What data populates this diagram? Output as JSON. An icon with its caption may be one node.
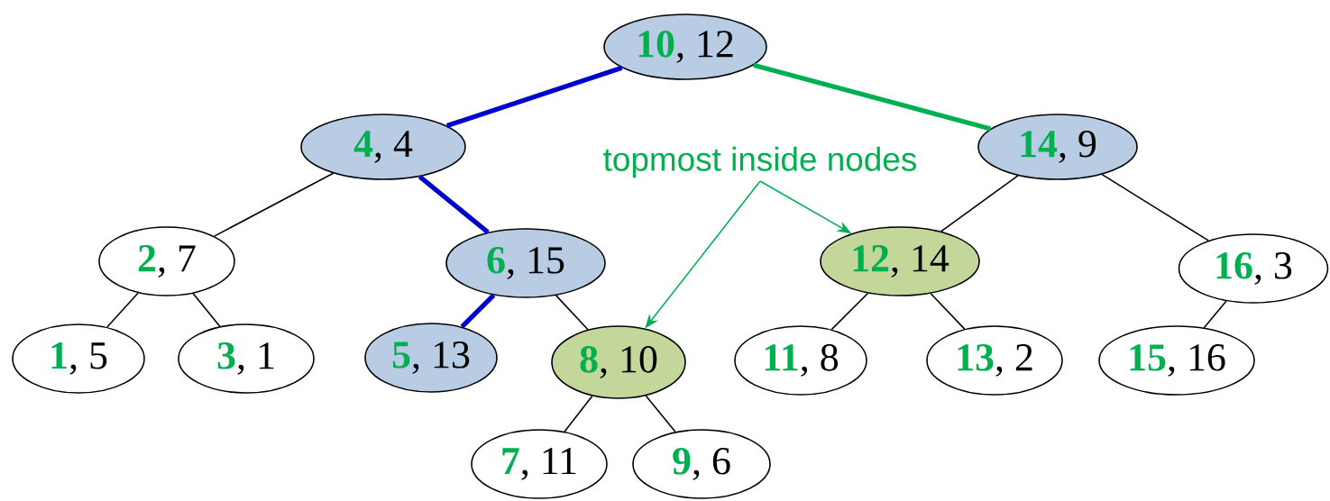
{
  "diagram": {
    "nodes": [
      {
        "text": [
          "**10**, 12"
        ]
      },
      {
        "text": [
          "**4**, 4"
        ]
      },
      {
        "text": [
          "**14**, 9"
        ]
      },
      {
        "text": [
          "**2**, 7"
        ]
      },
      {
        "text": [
          "**6**, 15"
        ]
      },
      {
        "text": [
          "**12**, 14"
        ]
      },
      {
        "text": [
          "**16**, 3"
        ]
      },
      {
        "text": [
          "**1**, 5"
        ]
      },
      {
        "text": [
          "**3**, 1"
        ]
      },
      {
        "text": [
          "**5**, 13"
        ]
      },
      {
        "text": [
          "**8**, 10"
        ]
      },
      {
        "text": [
          "**11**, 8"
        ]
      },
      {
        "text": [
          "**13**, 2"
        ]
      },
      {
        "text": [
          "**15**, 16"
        ]
      },
      {
        "text": [
          "**7**, 11"
        ]
      },
      {
        "text": [
          "**9**, 6"
        ]
      },
      {
        "text": [
          "topmost inside nodes"
        ]
      }
    ],
    "edges": [
      {
        "from": 0,
        "to": 1,
        "arrow": "none",
        "style": "thick",
        "color": "#0000cc"
      },
      {
        "from": 0,
        "to": 2,
        "arrow": "none",
        "style": "thick",
        "color": "#00b050"
      },
      {
        "from": 1,
        "to": 3,
        "arrow": "none"
      },
      {
        "from": 1,
        "to": 4,
        "arrow": "none",
        "style": "thick",
        "color": "#0000cc"
      },
      {
        "from": 2,
        "to": 5,
        "arrow": "none"
      },
      {
        "from": 2,
        "to": 6,
        "arrow": "none"
      },
      {
        "from": 3,
        "to": 7,
        "arrow": "none"
      },
      {
        "from": 3,
        "to": 8,
        "arrow": "none"
      },
      {
        "from": 4,
        "to": 9,
        "arrow": "none",
        "style": "thick",
        "color": "#0000cc"
      },
      {
        "from": 4,
        "to": 10,
        "arrow": "none"
      },
      {
        "from": 5,
        "to": 11,
        "arrow": "none"
      },
      {
        "from": 5,
        "to": 12,
        "arrow": "none"
      },
      {
        "from": 6,
        "to": 13,
        "arrow": "none"
      },
      {
        "from": 10,
        "to": 14,
        "arrow": "none"
      },
      {
        "from": 10,
        "to": 15,
        "arrow": "none"
      },
      {
        "from": 16,
        "to": 5,
        "arrow": "to",
        "color": "#00b050"
      },
      {
        "from": 16,
        "to": 10,
        "arrow": "to",
        "color": "#00b050"
      }
    ]
  }
}
